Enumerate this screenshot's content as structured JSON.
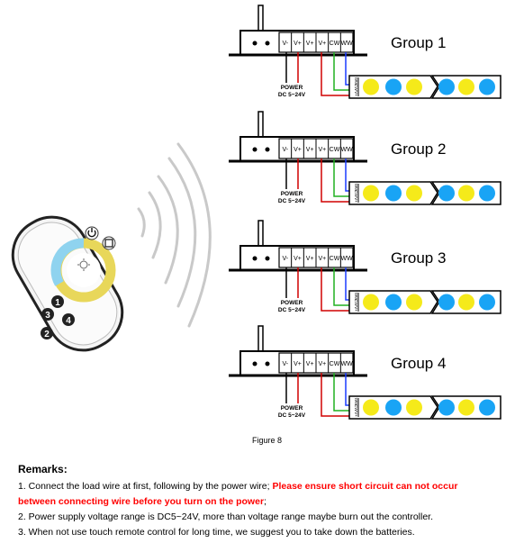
{
  "groups": [
    {
      "label": "Group 1"
    },
    {
      "label": "Group 2"
    },
    {
      "label": "Group 3"
    },
    {
      "label": "Group 4"
    }
  ],
  "controller": {
    "terminals": [
      "V-",
      "V+",
      "V+",
      "V+",
      "CW",
      "WW"
    ],
    "power_line1": "POWER",
    "power_line2": "DC 5~24V",
    "strip_terminals": [
      "WW",
      "CW",
      "V+"
    ]
  },
  "colors": {
    "wire_black": "#000000",
    "wire_red": "#d00000",
    "wire_green": "#20b020",
    "wire_blue": "#1c3cff",
    "led_yellow": "#f5ea1a",
    "led_blue": "#19a4f5",
    "remote_body": "#f4f4f4"
  },
  "figure_caption": "Figure 8",
  "remarks": {
    "title": "Remarks:",
    "item1_prefix": "1. Connect the load wire at first, following by the power wire; ",
    "item1_red_a": "Please ensure short circuit can not occur",
    "item1_red_b": "between connecting wire before you turn on the power",
    "item1_suffix": ";",
    "item2": "2. Power supply voltage range is DC5~24V, more than voltage range maybe burn out the controller.",
    "item3": "3. When not use touch remote control for long time, we suggest you to take down the batteries."
  }
}
